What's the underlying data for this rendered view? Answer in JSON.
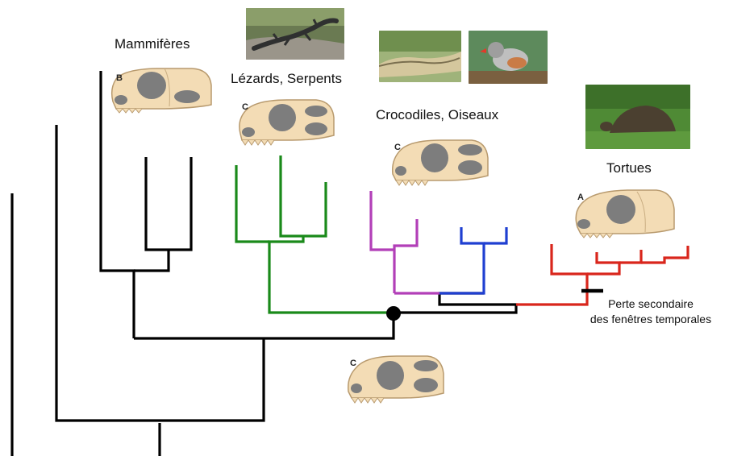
{
  "labels": {
    "mammals": "Mammifères",
    "lizards_snakes": "Lézards, Serpents",
    "crocodiles_birds": "Crocodiles, Oiseaux",
    "turtles": "Tortues",
    "loss_line1": "Perte secondaire",
    "loss_line2": "des fenêtres temporales"
  },
  "skulls": {
    "mammal": "B",
    "lizard": "C",
    "croc": "C",
    "turtle": "A",
    "ancestor": "C"
  },
  "colors": {
    "base": "#000000",
    "lepidosaurs": "#1a8a1a",
    "crocodiles": "#b23fb8",
    "birds": "#1f3fd1",
    "turtles": "#d9261c",
    "skull_fill": "#f3dcb5",
    "skull_stroke": "#b89a6e",
    "fenestra": "#7d7d7d"
  },
  "icons": {
    "lizard_photo": "lizard-photo",
    "crocodile_photo": "crocodile-photo",
    "bird_photo": "finch-photo",
    "tortoise_photo": "tortoise-photo"
  }
}
